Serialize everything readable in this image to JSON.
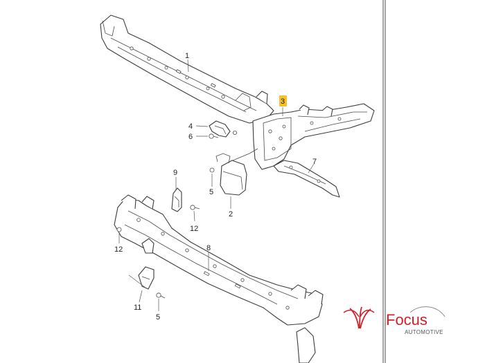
{
  "callouts": {
    "c1": "1",
    "c2": "2",
    "c3": "3",
    "c4": "4",
    "c5a": "5",
    "c5b": "5",
    "c6": "6",
    "c7": "7",
    "c8": "8",
    "c9": "9",
    "c11": "11",
    "c12a": "12",
    "c12b": "12"
  },
  "logo": {
    "brand": "Focus",
    "tagline": "AUTOMOTIVE"
  },
  "colors": {
    "highlight": "#f5c02a",
    "brand_red": "#d0202a",
    "line": "#3a3a3a"
  },
  "icons": {
    "logo_mark": "palm-swoosh-icon"
  }
}
